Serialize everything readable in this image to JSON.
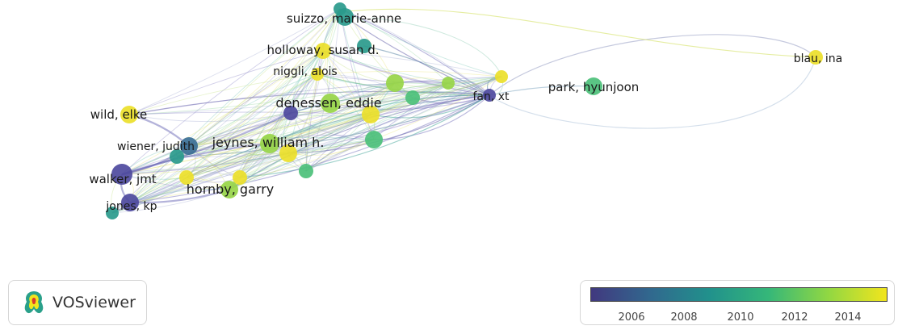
{
  "app": {
    "brand": "VOSviewer",
    "brand_icon": "vosviewer-logo-icon"
  },
  "colorbar": {
    "ticks": [
      "2006",
      "2008",
      "2010",
      "2012",
      "2014"
    ],
    "colors": [
      "#41397f",
      "#31688e",
      "#21918c",
      "#35b779",
      "#90d743",
      "#f2e51d"
    ]
  },
  "labels": {
    "suizzo": "suizzo, marie-anne",
    "holloway": "holloway, susan d.",
    "niggli": "niggli, alois",
    "denessen": "denessen, eddie",
    "wild": "wild, elke",
    "wiener": "wiener, judith",
    "jeynes": "jeynes, william h.",
    "walker": "walker, jmt",
    "hornby": "hornby, garry",
    "jones": "jones, kp",
    "fan": "fan, xt",
    "park": "park, hyunjoon",
    "blau": "blau, ina"
  }
}
